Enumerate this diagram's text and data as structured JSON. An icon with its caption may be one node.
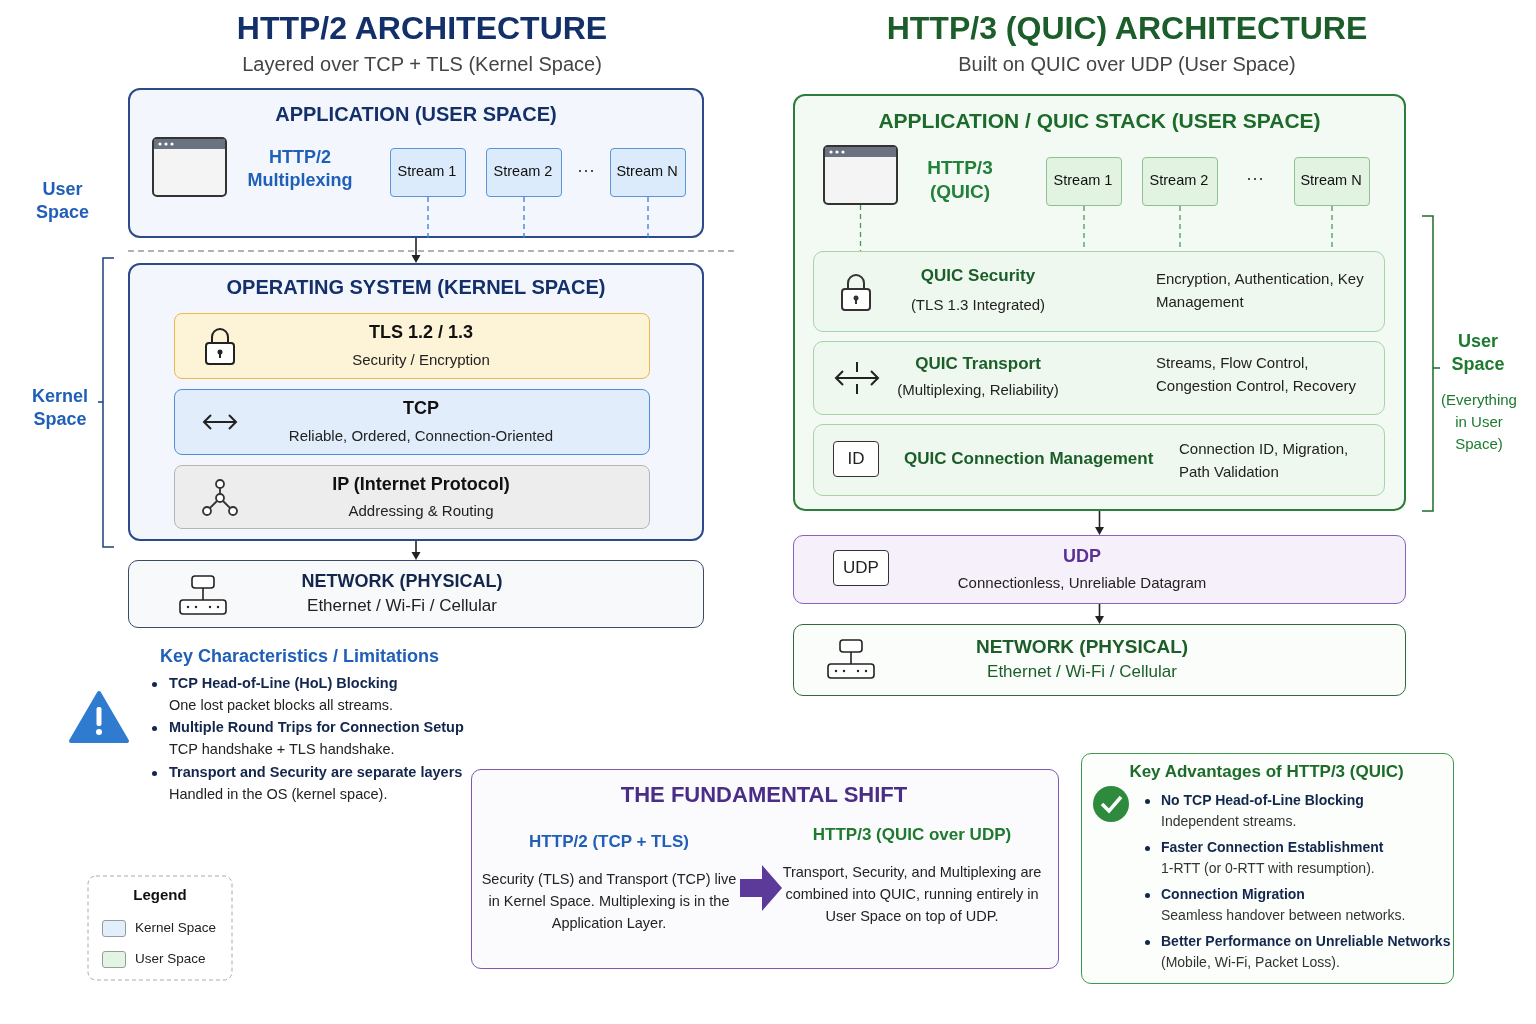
{
  "diagram": {
    "nodes": [
      {
        "text": [
          "APPLICATION (USER SPACE)",
          "HTTP/2 Multiplexing"
        ]
      },
      {
        "text": [
          "Stream 1"
        ],
        "in": 0
      },
      {
        "text": [
          "Stream 2"
        ],
        "in": 0
      },
      {
        "text": [
          "Stream N"
        ],
        "in": 0
      },
      {
        "text": [
          "OPERATING SYSTEM (KERNEL SPACE)"
        ]
      },
      {
        "text": [
          "TLS 1.2 / 1.3",
          "Security / Encryption"
        ],
        "in": 4
      },
      {
        "text": [
          "TCP",
          "Reliable, Ordered, Connection-Oriented"
        ],
        "in": 4
      },
      {
        "text": [
          "IP (Internet Protocol)",
          "Addressing & Routing"
        ],
        "in": 4
      },
      {
        "text": [
          "NETWORK (PHYSICAL)",
          "Ethernet / Wi-Fi / Cellular"
        ]
      },
      {
        "text": [
          "APPLICATION / QUIC STACK (USER SPACE)",
          "HTTP/3 (QUIC)"
        ]
      },
      {
        "text": [],
        "shape": "window",
        "in": 9
      },
      {
        "text": [
          "Stream 1"
        ],
        "in": 9
      },
      {
        "text": [
          "Stream 2"
        ],
        "in": 9
      },
      {
        "text": [
          "Stream N"
        ],
        "in": 9
      },
      {
        "text": [
          "QUIC Security",
          "(TLS 1.3 Integrated)",
          "Encryption, Authentication, Key Management"
        ],
        "in": 9
      },
      {
        "text": [
          "QUIC Transport",
          "(Multiplexing, Reliability)",
          "Streams, Flow Control, Congestion Control, Recovery"
        ],
        "in": 9
      },
      {
        "text": [
          "ID",
          "QUIC Connection Management",
          "Connection ID, Migration, Path Validation"
        ],
        "in": 9
      },
      {
        "text": [
          "UDP",
          "UDP",
          "Connectionless, Unreliable Datagram"
        ]
      },
      {
        "text": [
          "NETWORK (PHYSICAL)",
          "Ethernet / Wi-Fi / Cellular"
        ]
      },
      {
        "text": [
          "THE FUNDAMENTAL SHIFT"
        ]
      },
      {
        "text": [
          "HTTP/2 (TCP + TLS)",
          "Security (TLS) and Transport (TCP) live in Kernel Space. Multiplexing is in the Application Layer."
        ],
        "in": 19
      },
      {
        "text": [
          "HTTP/3 (QUIC over UDP)",
          "Transport, Security, and Multiplexing are combined into QUIC, running entirely in User Space on top of UDP."
        ],
        "in": 19
      },
      {
        "text": [
          "Key Advantages of HTTP/3 (QUIC)",
          "No TCP Head-of-Line Blocking",
          "Independent streams.",
          "Faster Connection Establishment",
          "1-RTT (or 0-RTT with resumption).",
          "Connection Migration",
          "Seamless handover between networks.",
          "Better Performance on Unreliable Networks",
          "(Mobile, Wi-Fi, Packet Loss)."
        ]
      }
    ],
    "edges": [
      {
        "from": 0,
        "to": 4,
        "arrow": "to"
      },
      {
        "from": 1,
        "to": 0,
        "arrow": "none",
        "style": "dashed",
        "color": "#3b7dd8"
      },
      {
        "from": 2,
        "to": 0,
        "arrow": "none",
        "style": "dashed",
        "color": "#3b7dd8"
      },
      {
        "from": 3,
        "to": 0,
        "arrow": "none",
        "style": "dashed",
        "color": "#3b7dd8"
      },
      {
        "from": 4,
        "to": 8,
        "arrow": "to"
      },
      {
        "from": 10,
        "to": 14,
        "arrow": "none",
        "style": "dashed",
        "color": "#4a9a5a"
      },
      {
        "from": 11,
        "to": 14,
        "arrow": "none",
        "style": "dashed",
        "color": "#4a9a5a"
      },
      {
        "from": 12,
        "to": 14,
        "arrow": "none",
        "style": "dashed",
        "color": "#4a9a5a"
      },
      {
        "from": 13,
        "to": 14,
        "arrow": "none",
        "style": "dashed",
        "color": "#4a9a5a"
      },
      {
        "from": 9,
        "to": 17,
        "arrow": "to"
      },
      {
        "from": 17,
        "to": 18,
        "arrow": "to"
      },
      {
        "from": 20,
        "to": 21,
        "arrow": "to",
        "style": "thick",
        "color": "#5b3a9a"
      }
    ],
    "labels": [
      "HTTP/2 ARCHITECTURE",
      "Layered over TCP + TLS (Kernel Space)",
      "HTTP/3 (QUIC) ARCHITECTURE",
      "Built on QUIC over UDP (User Space)",
      "User Space",
      "Kernel Space",
      "···",
      "···",
      "User Space",
      "(Everything in User Space)",
      "Key Characteristics / Limitations",
      "TCP Head-of-Line (HoL) Blocking",
      "One lost packet blocks all streams.",
      "Multiple Round Trips for Connection Setup",
      "TCP handshake + TLS handshake.",
      "Transport and Security are separate layers",
      "Handled in the OS (kernel space).",
      "Legend"
    ],
    "legend": [
      {
        "text": "Kernel Space",
        "color": "#e3eefb"
      },
      {
        "text": "User Space",
        "color": "#e4f4e4"
      }
    ]
  }
}
